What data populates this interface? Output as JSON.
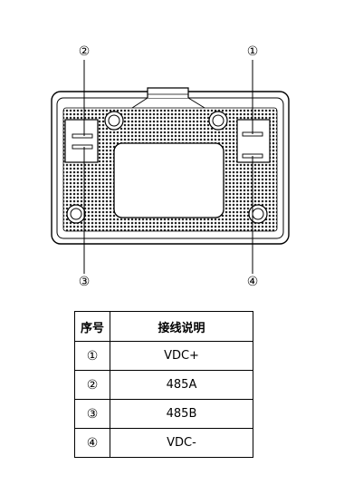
{
  "callouts": [
    {
      "label": "②"
    },
    {
      "label": "①"
    },
    {
      "label": "③"
    },
    {
      "label": "④"
    }
  ],
  "table": {
    "headers": [
      "序号",
      "接线说明"
    ],
    "rows": [
      {
        "num": "①",
        "desc": "VDC+"
      },
      {
        "num": "②",
        "desc": "485A"
      },
      {
        "num": "③",
        "desc": "485B"
      },
      {
        "num": "④",
        "desc": "VDC-"
      }
    ]
  }
}
